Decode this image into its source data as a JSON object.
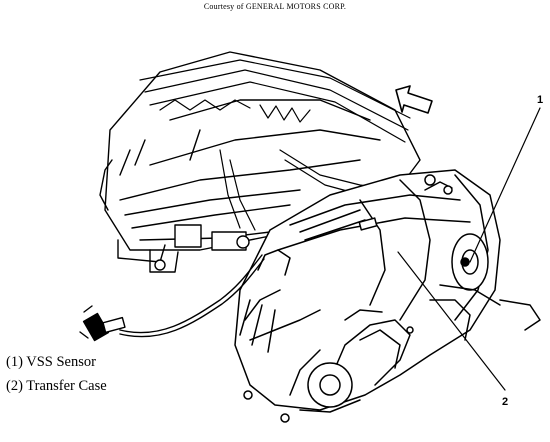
{
  "credit": "Courtesy of GENERAL MOTORS CORP.",
  "legend": [
    "(1) VSS Sensor",
    "(2) Transfer Case"
  ],
  "callouts": {
    "one": "1",
    "two": "2"
  },
  "icons": {
    "direction": "forward-arrow-icon",
    "sensor": "vss-sensor-connector-icon"
  }
}
